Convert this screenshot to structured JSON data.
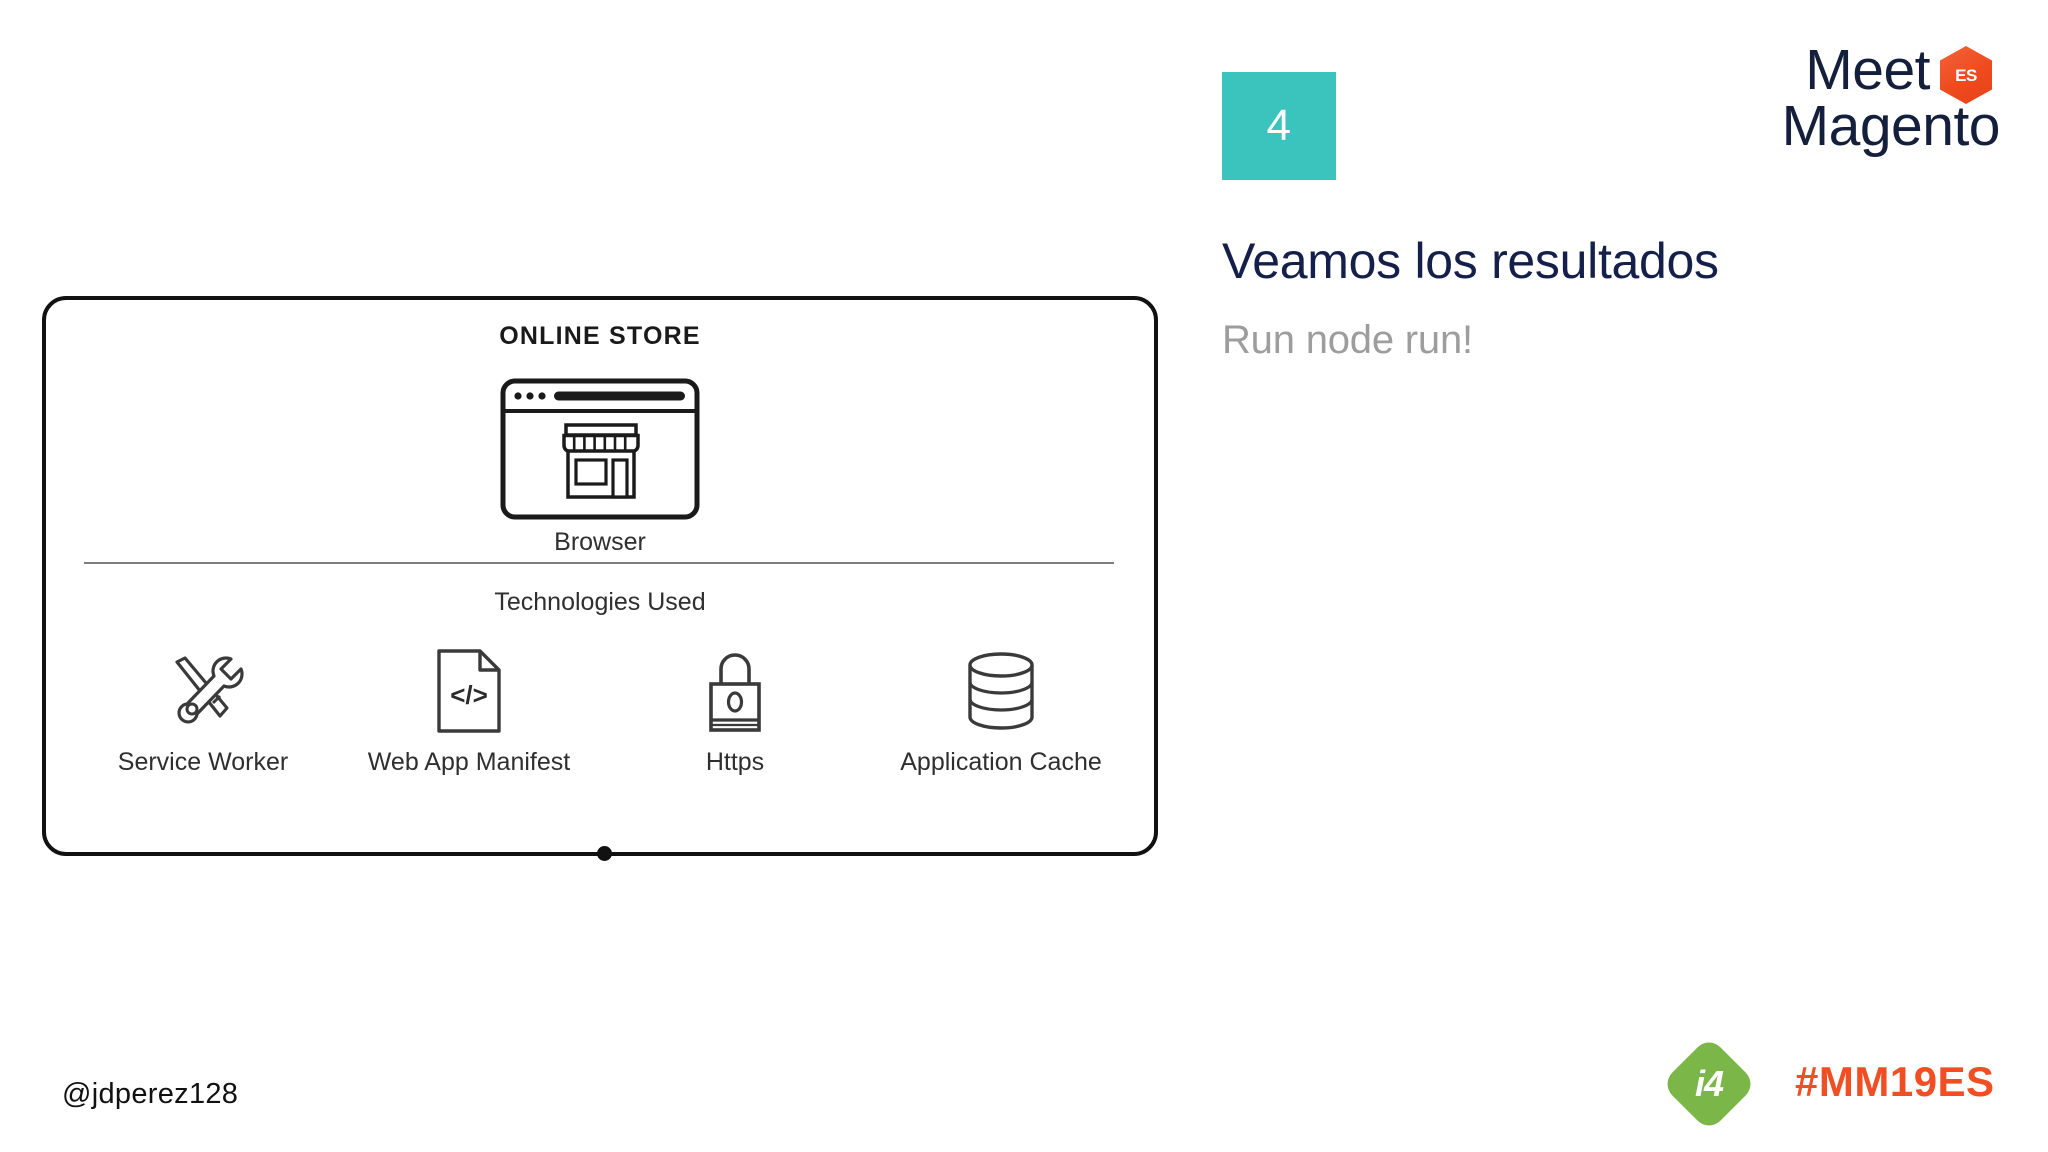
{
  "slide": {
    "number": "4",
    "title": "Veamos los resultados",
    "subtitle": "Run node run!",
    "accent_teal": "#3ac4bd",
    "title_color": "#14204a",
    "subtitle_color": "#9d9d9d"
  },
  "brand": {
    "logo_line1": "Meet",
    "logo_line2": "Magento",
    "country_badge": "ES",
    "badge_color": "#ee4b1e"
  },
  "diagram": {
    "heading": "ONLINE STORE",
    "browser_label": "Browser",
    "browser_icon": "browser-window-storefront-icon",
    "section_label": "Technologies Used",
    "technologies": [
      {
        "label": "Service Worker",
        "icon": "wrench-screwdriver-icon"
      },
      {
        "label": "Web App Manifest",
        "icon": "code-document-icon"
      },
      {
        "label": "Https",
        "icon": "padlock-icon"
      },
      {
        "label": "Application Cache",
        "icon": "database-cylinder-icon"
      }
    ]
  },
  "footer": {
    "handle": "@jdperez128",
    "sponsor_logo_text": "i4",
    "sponsor_logo_color": "#7ab648",
    "hashtag": "#MM19ES",
    "hashtag_color": "#f04e23"
  }
}
